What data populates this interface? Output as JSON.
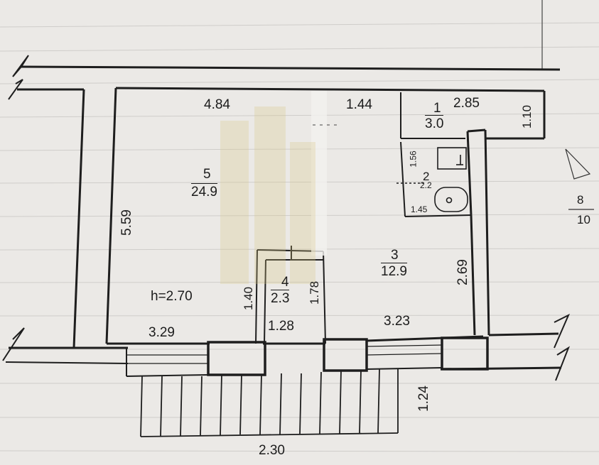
{
  "plan": {
    "ceiling_height": "h=2.70",
    "rooms": [
      {
        "number": "1",
        "area": "3.0"
      },
      {
        "number": "2",
        "area": "2.2"
      },
      {
        "number": "3",
        "area": "12.9"
      },
      {
        "number": "4",
        "area": "2.3"
      },
      {
        "number": "5",
        "area": "24.9"
      }
    ],
    "dimensions": {
      "room5_top": "4.84",
      "room5_left": "5.59",
      "room5_bottom": "3.29",
      "room3_top": "1.44",
      "room3_right": "2.69",
      "room3_bottom": "3.23",
      "room1_top": "2.85",
      "room1_right": "1.10",
      "room2_left": "1.56",
      "room2_bottom": "1.45",
      "room4_left": "1.40",
      "room4_right": "1.78",
      "room4_bottom": "1.28",
      "stairs_height": "1.24",
      "stairs_width": "2.30"
    },
    "margin_note": {
      "top": "8",
      "bottom": "10"
    }
  }
}
